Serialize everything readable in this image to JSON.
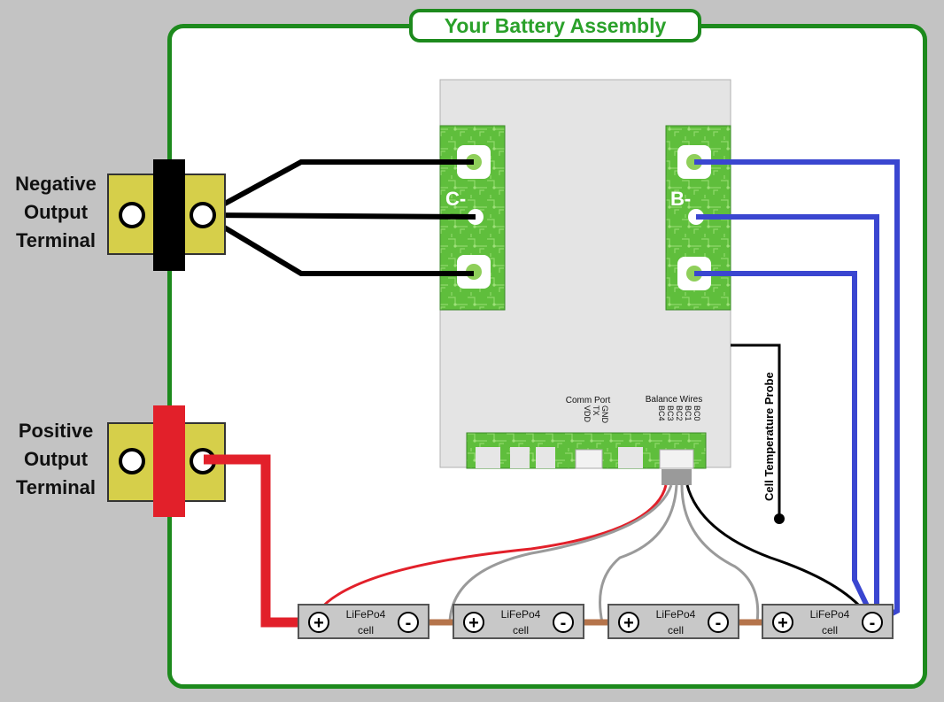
{
  "title": "Your Battery Assembly",
  "terminals": {
    "negative_label": "Negative\nOutput\nTerminal",
    "positive_label": "Positive\nOutput\nTerminal"
  },
  "bms": {
    "c_minus": "C-",
    "b_minus": "B-",
    "comm_port_label": "Comm Port",
    "comm_pins": [
      "GND",
      "TX",
      "VDD"
    ],
    "balance_label": "Balance Wires",
    "balance_pins": [
      "BC0",
      "BC1",
      "BC2",
      "BC3",
      "BC4"
    ]
  },
  "probe_label": "Cell Temperature Probe",
  "cells": [
    {
      "name": "LiFePo4",
      "sub": "cell",
      "pos": "+",
      "neg": "-"
    },
    {
      "name": "LiFePo4",
      "sub": "cell",
      "pos": "+",
      "neg": "-"
    },
    {
      "name": "LiFePo4",
      "sub": "cell",
      "pos": "+",
      "neg": "-"
    },
    {
      "name": "LiFePo4",
      "sub": "cell",
      "pos": "+",
      "neg": "-"
    }
  ],
  "colors": {
    "frame": "#1d8a1d",
    "pcb_green": "#5fbe3c",
    "negative_wire": "#000000",
    "positive_wire": "#e2202a",
    "b_minus_wire": "#3a46d0",
    "balance_wire": "#9a9a9a",
    "bus_bar": "#b5744b",
    "terminal_plate": "#d6cf4a"
  }
}
